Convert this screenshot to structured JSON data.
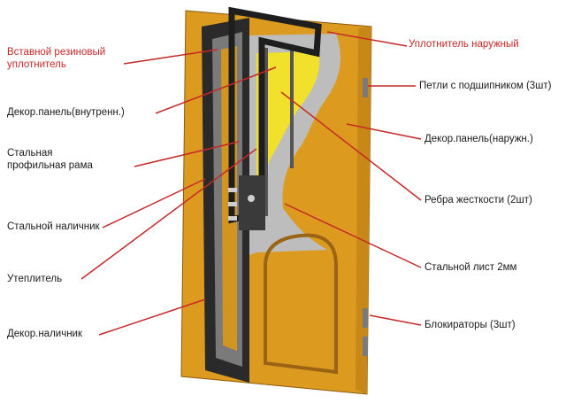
{
  "colors": {
    "door_face": "#dc9b1e",
    "door_dark": "#b4781a",
    "insulation": "#f2e12c",
    "steel_sheet": "#bdbdbd",
    "frame_steel": "#2a2a2a",
    "label_line": "#c62828",
    "label_text": "#1a1a1a",
    "label_text_red": "#c62828"
  },
  "labels": {
    "rubber_seal": "Вставной резиновый\nуплотнитель",
    "decor_panel_inner": "Декор.панель(внутренн.)",
    "steel_profile_frame": "Стальная\nпрофильная рама",
    "steel_casing": "Стальной наличник",
    "insulation": "Утеплитель",
    "decor_casing": "Декор.наличник",
    "outer_seal": "Уплотнитель наружный",
    "hinges": "Петли с подшипником (3шт)",
    "decor_panel_outer": "Декор.панель(наружн.)",
    "stiffening_ribs": "Ребра жесткости (2шт)",
    "steel_sheet": "Стальной лист 2мм",
    "blockers": "Блокираторы (3шт)"
  }
}
